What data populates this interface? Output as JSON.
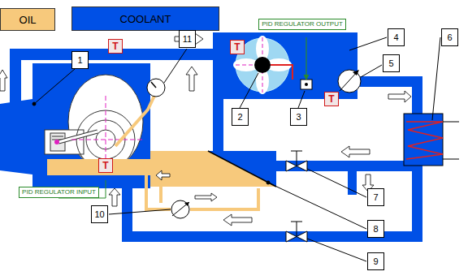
{
  "diagram": {
    "labels": [
      "T",
      "T",
      "T",
      "T",
      "PID REGULATOR OUTPUT",
      "PID REGULATOR INPUT",
      "1",
      "2",
      "3",
      "4",
      "5",
      "6",
      "7",
      "8",
      "9",
      "10",
      "11"
    ],
    "legend": [
      {
        "text": "OIL",
        "color": "#f7c97c"
      },
      {
        "text": "COOLANT",
        "color": "#0050e6"
      }
    ]
  }
}
